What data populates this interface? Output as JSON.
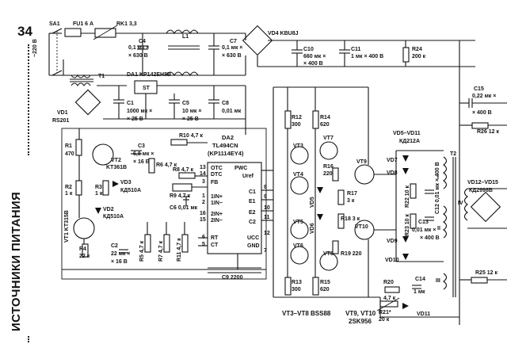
{
  "page": {
    "number": "34",
    "section_title": "ИСТОЧНИКИ ПИТАНИЯ"
  },
  "labels": {
    "sa1": "SA1",
    "fu1": "FU1 6 А",
    "rk1": "RK1 3,3",
    "c4": "C4",
    "c4v": "0,1 мк ×",
    "c4u": "× 630 В",
    "l1": "L1",
    "c7": "C7",
    "c7v": "0,1 мк ×",
    "c7u": "× 630 В",
    "vd4": "VD4 KBU8J",
    "mains": "~220 В",
    "t1": "T1",
    "da1": "DA1 KP142EH8B",
    "st": "ST",
    "c10": "C10",
    "c10v": "660 мк ×",
    "c10u": "× 400 В",
    "c11": "C11",
    "c11v": "1 мк × 400 В",
    "r24": "R24",
    "r24v": "200 к",
    "c1": "C1",
    "c1v": "1000 мк ×",
    "c1u": "× 25 В",
    "c5": "C5",
    "c5v": "10 мк ×",
    "c5u": "× 25 В",
    "c8": "C8",
    "c8v": "0,01 мк",
    "vd1": "VD1",
    "rs201": "RS201",
    "c15": "C15",
    "c15v": "0,22 мк ×",
    "c15u": "× 400 В",
    "r26": "R26 12 к",
    "r1": "R1",
    "r1v": "470",
    "vt2": "VT2",
    "vt2t": "KT361B",
    "c3": "C3",
    "c3v": "6,8 мк ×",
    "c3u": "× 16 В",
    "r10": "R10 4,7 к",
    "r6": "R6 4,7 к",
    "r8": "R8 4,7 к",
    "r9": "R9 4,7 к",
    "c6": "C6 0,01 мк",
    "r2": "R2",
    "r2v": "1 к",
    "r3": "R3",
    "r3v": "1 к",
    "vd3": "VD3",
    "vd3t": "КД510А",
    "vd2": "VD2",
    "vd2t": "КД510А",
    "vt1": "VT1 KT315B",
    "r4": "R4",
    "r4v": "22 к",
    "c2": "C2",
    "c2v": "22 мк ×",
    "c2u": "× 16 В",
    "r5": "R5 4,7 к",
    "r7": "R7 4,7 к",
    "r11": "R11 4,7 к",
    "da2": "DA2",
    "da2t": "TL494CN",
    "da2t2": "(KP1114EY4)",
    "c9": "C9 2200",
    "pin_otc": "OTC",
    "pin_dtc": "DTC",
    "pin_fb": "FB",
    "pin_1in_p": "1IN+",
    "pin_1in_m": "1IN−",
    "pin_2in_p": "2IN+",
    "pin_2in_m": "2IN−",
    "pin_rt": "RT",
    "pin_ct": "CT",
    "pin_pwc": "PWC",
    "pin_uref": "Uref",
    "pin_c1": "C1",
    "pin_e1": "E1",
    "pin_e2": "E2",
    "pin_c2": "C2",
    "pin_ucc": "UCC",
    "pin_gnd": "GND",
    "pins": [
      "13",
      "14",
      "3",
      "1",
      "2",
      "16",
      "15",
      "6",
      "5",
      "8",
      "9",
      "10",
      "11",
      "12",
      "7"
    ],
    "r12": "R12",
    "r12v": "300",
    "r14": "R14",
    "r14v": "620",
    "vt3": "VT3",
    "vt4": "VT4",
    "vt7": "VT7",
    "r16": "R16",
    "r16v": "220",
    "vt9": "VT9",
    "vd5": "VD5",
    "vd6": "VD6",
    "r17": "R17",
    "r17v": "3 к",
    "r18": "R18 3 к",
    "vt10": "VT10",
    "vt5": "VT5",
    "vt6": "VT6",
    "vt8": "VT8",
    "r19": "R19 220",
    "r13": "R13",
    "r13v": "300",
    "r15": "R15",
    "r15v": "620",
    "vd5_11": "VD5–VD11",
    "kd212a": "КД212А",
    "vd7": "VD7",
    "vd8": "VD8",
    "vd9": "VD9",
    "vd10": "VD10",
    "r22": "R22 10 к",
    "r23": "R23 10 к",
    "c12": "C12 0,01 мк × 400 В",
    "c13": "C13",
    "c13v": "0,01 мк ×",
    "c13u": "× 400 В",
    "t2": "T2",
    "wI": "I",
    "wII": "II",
    "wIII": "III",
    "wIV": "IV",
    "vd12": "VD12–VD15",
    "kd2998b": "КД2998В",
    "r20": "R20",
    "r20v": "4,7 к",
    "c14": "C14",
    "c14v": "1 мк",
    "r21": "R21*",
    "r21v": "20 к",
    "r25": "R25 12 к",
    "vd11": "VD11",
    "vt3_8": "VT3–VT8 BSS88",
    "vt9_10": "VT9, VT10",
    "n2sk956": "2SK956"
  }
}
